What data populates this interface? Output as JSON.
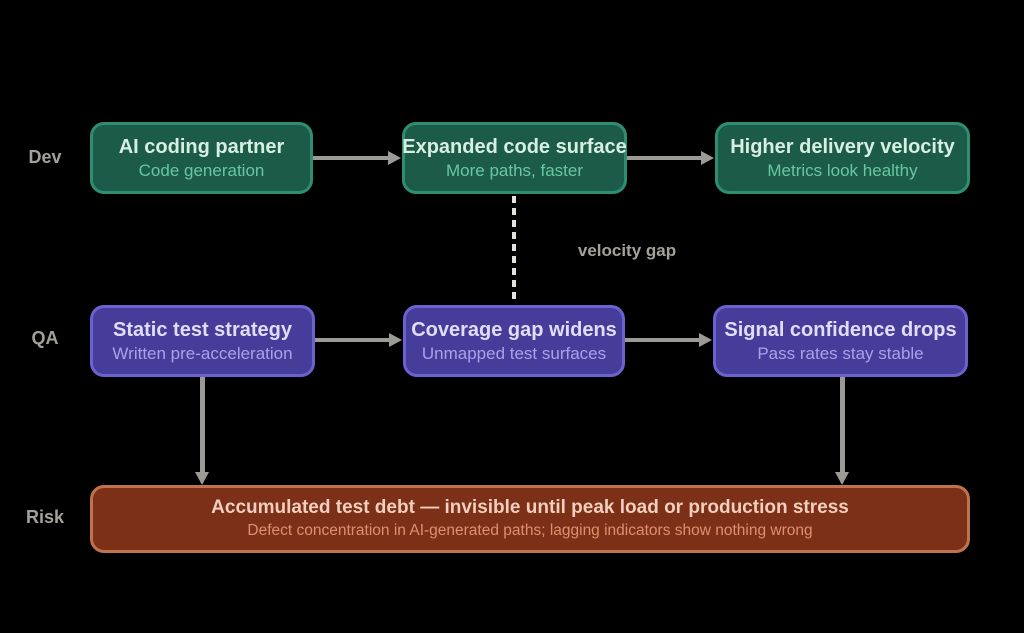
{
  "lanes": [
    {
      "label": "Dev",
      "boxes": [
        {
          "title": "AI coding partner",
          "subtitle": "Code generation"
        },
        {
          "title": "Expanded code surface",
          "subtitle": "More paths, faster"
        },
        {
          "title": "Higher delivery velocity",
          "subtitle": "Metrics look healthy"
        }
      ]
    },
    {
      "label": "QA",
      "boxes": [
        {
          "title": "Static test strategy",
          "subtitle": "Written pre-acceleration"
        },
        {
          "title": "Coverage gap widens",
          "subtitle": "Unmapped test surfaces"
        },
        {
          "title": "Signal confidence drops",
          "subtitle": "Pass rates stay stable"
        }
      ]
    },
    {
      "label": "Risk",
      "boxes": [
        {
          "title": "Accumulated test debt — invisible until peak load or production stress",
          "subtitle": "Defect concentration in AI-generated paths; lagging indicators show nothing wrong"
        }
      ]
    }
  ],
  "edge_label": "velocity gap",
  "colors": {
    "bg": "#000000",
    "dev-fill": "#1d5b49",
    "dev-border": "#2e8e71",
    "dev-title": "#d7eee3",
    "dev-sub": "#66c7a2",
    "qa-fill": "#463d9a",
    "qa-border": "#6c62cf",
    "qa-title": "#e0def7",
    "qa-sub": "#a9a1e9",
    "risk-fill": "#7c3018",
    "risk-border": "#bf734d",
    "risk-title": "#f2cebe",
    "risk-sub": "#e18f6b",
    "arrow": "#9c9a94",
    "dash": "#e3e3dd",
    "label": "#a3a199"
  }
}
